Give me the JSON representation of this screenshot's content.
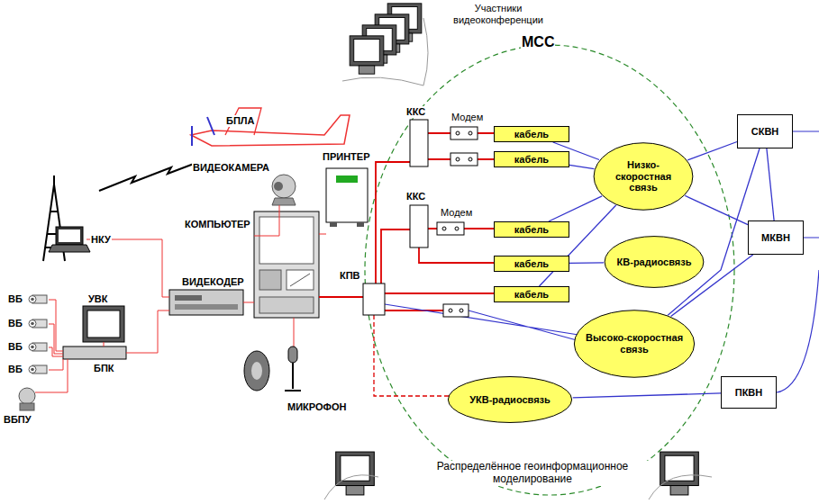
{
  "diagram": {
    "nodes": [
      {
        "text": [
          "кабель"
        ]
      },
      {
        "text": [
          "кабель"
        ]
      },
      {
        "text": [
          "кабель"
        ]
      },
      {
        "text": [
          "кабель"
        ]
      },
      {
        "text": [
          "кабель"
        ]
      },
      {
        "text": [
          "Низко-скоростная связь"
        ]
      },
      {
        "text": [
          "КВ-радиосвязь"
        ]
      },
      {
        "text": [
          "Высоко-скоростная связь"
        ]
      },
      {
        "text": [
          "УКВ-радиосвязь"
        ]
      },
      {
        "text": [
          "СКВН"
        ]
      },
      {
        "text": [
          "МКВН"
        ]
      },
      {
        "text": [
          "ПКВН"
        ]
      }
    ],
    "edges": [
      {
        "from": 0,
        "to": 5,
        "arrow": "none"
      },
      {
        "from": 1,
        "to": 5,
        "arrow": "none"
      },
      {
        "from": 2,
        "to": 5,
        "arrow": "none"
      },
      {
        "from": 3,
        "to": 6,
        "arrow": "none"
      },
      {
        "from": 4,
        "to": 5,
        "arrow": "none"
      },
      {
        "from": 5,
        "to": 9,
        "arrow": "none"
      },
      {
        "from": 5,
        "to": 10,
        "arrow": "none"
      },
      {
        "from": 7,
        "to": 9,
        "arrow": "none"
      },
      {
        "from": 7,
        "to": 10,
        "arrow": "none"
      },
      {
        "from": 8,
        "to": 11,
        "arrow": "none"
      },
      {
        "from": 9,
        "to": 10,
        "arrow": "none"
      }
    ],
    "labels": [
      "Участники видеоконференции",
      "МСС",
      "БПЛА",
      "ВИДЕОКАМЕРА",
      "ПРИНТЕР",
      "НКУ",
      "КОМПЬЮТЕР",
      "ВИДЕКОДЕР",
      "УВК",
      "ВБ",
      "ВБ",
      "ВБ",
      "ВБ",
      "ВБПУ",
      "БПК",
      "МИКРОФОН",
      "ККС",
      "Модем",
      "ККС",
      "Модем",
      "КПВ",
      "Распределённое геоинформационное моделирование"
    ]
  }
}
